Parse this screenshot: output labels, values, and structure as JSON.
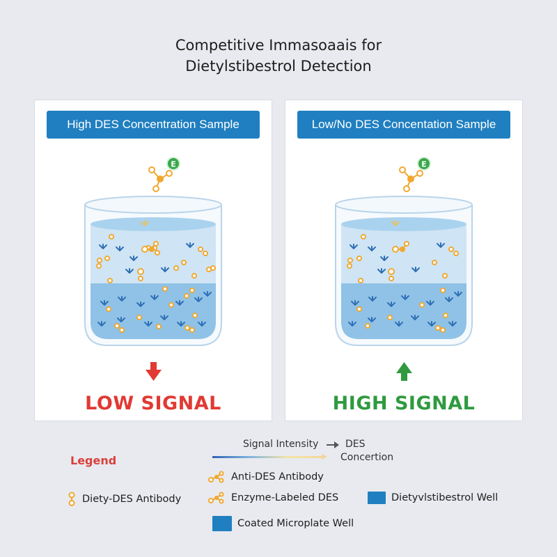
{
  "title": {
    "line1": "Competitive Immasoaais for",
    "line2": "Dietylstibestrol Detection"
  },
  "panels": [
    {
      "header": "High DES Concentration Sample",
      "signal": "LOW SIGNAL",
      "arrow": "down",
      "enzyme_label": "E"
    },
    {
      "header": "Low/No DES Concentation Sample",
      "signal": "HIGH SIGNAL",
      "arrow": "up",
      "enzyme_label": "E"
    }
  ],
  "legend": {
    "title": "Legend",
    "scale_label": "Signal Intensity",
    "scale_target_line1": "DES",
    "scale_target_line2": "Concertion",
    "items": {
      "anti_des": "Anti-DES Antibody",
      "diety_des": "Diety-DES Antibody",
      "enzyme_des": "Enzyme-Labeled DES",
      "des_well": "Dietyvlstibestrol Well",
      "coated_well": "Coated Microplate Well"
    }
  },
  "colors": {
    "header_blue": "#1f7fc0",
    "low_signal": "#e03a33",
    "high_signal": "#2f9a3f",
    "molecule_orange": "#f0a830",
    "antibody_blue": "#2f6fb5",
    "enzyme_green": "#3aa84a",
    "liquid_light": "#cfe4f4",
    "liquid_dark": "#8fc2e6",
    "legend_title_red": "#d8403a"
  }
}
